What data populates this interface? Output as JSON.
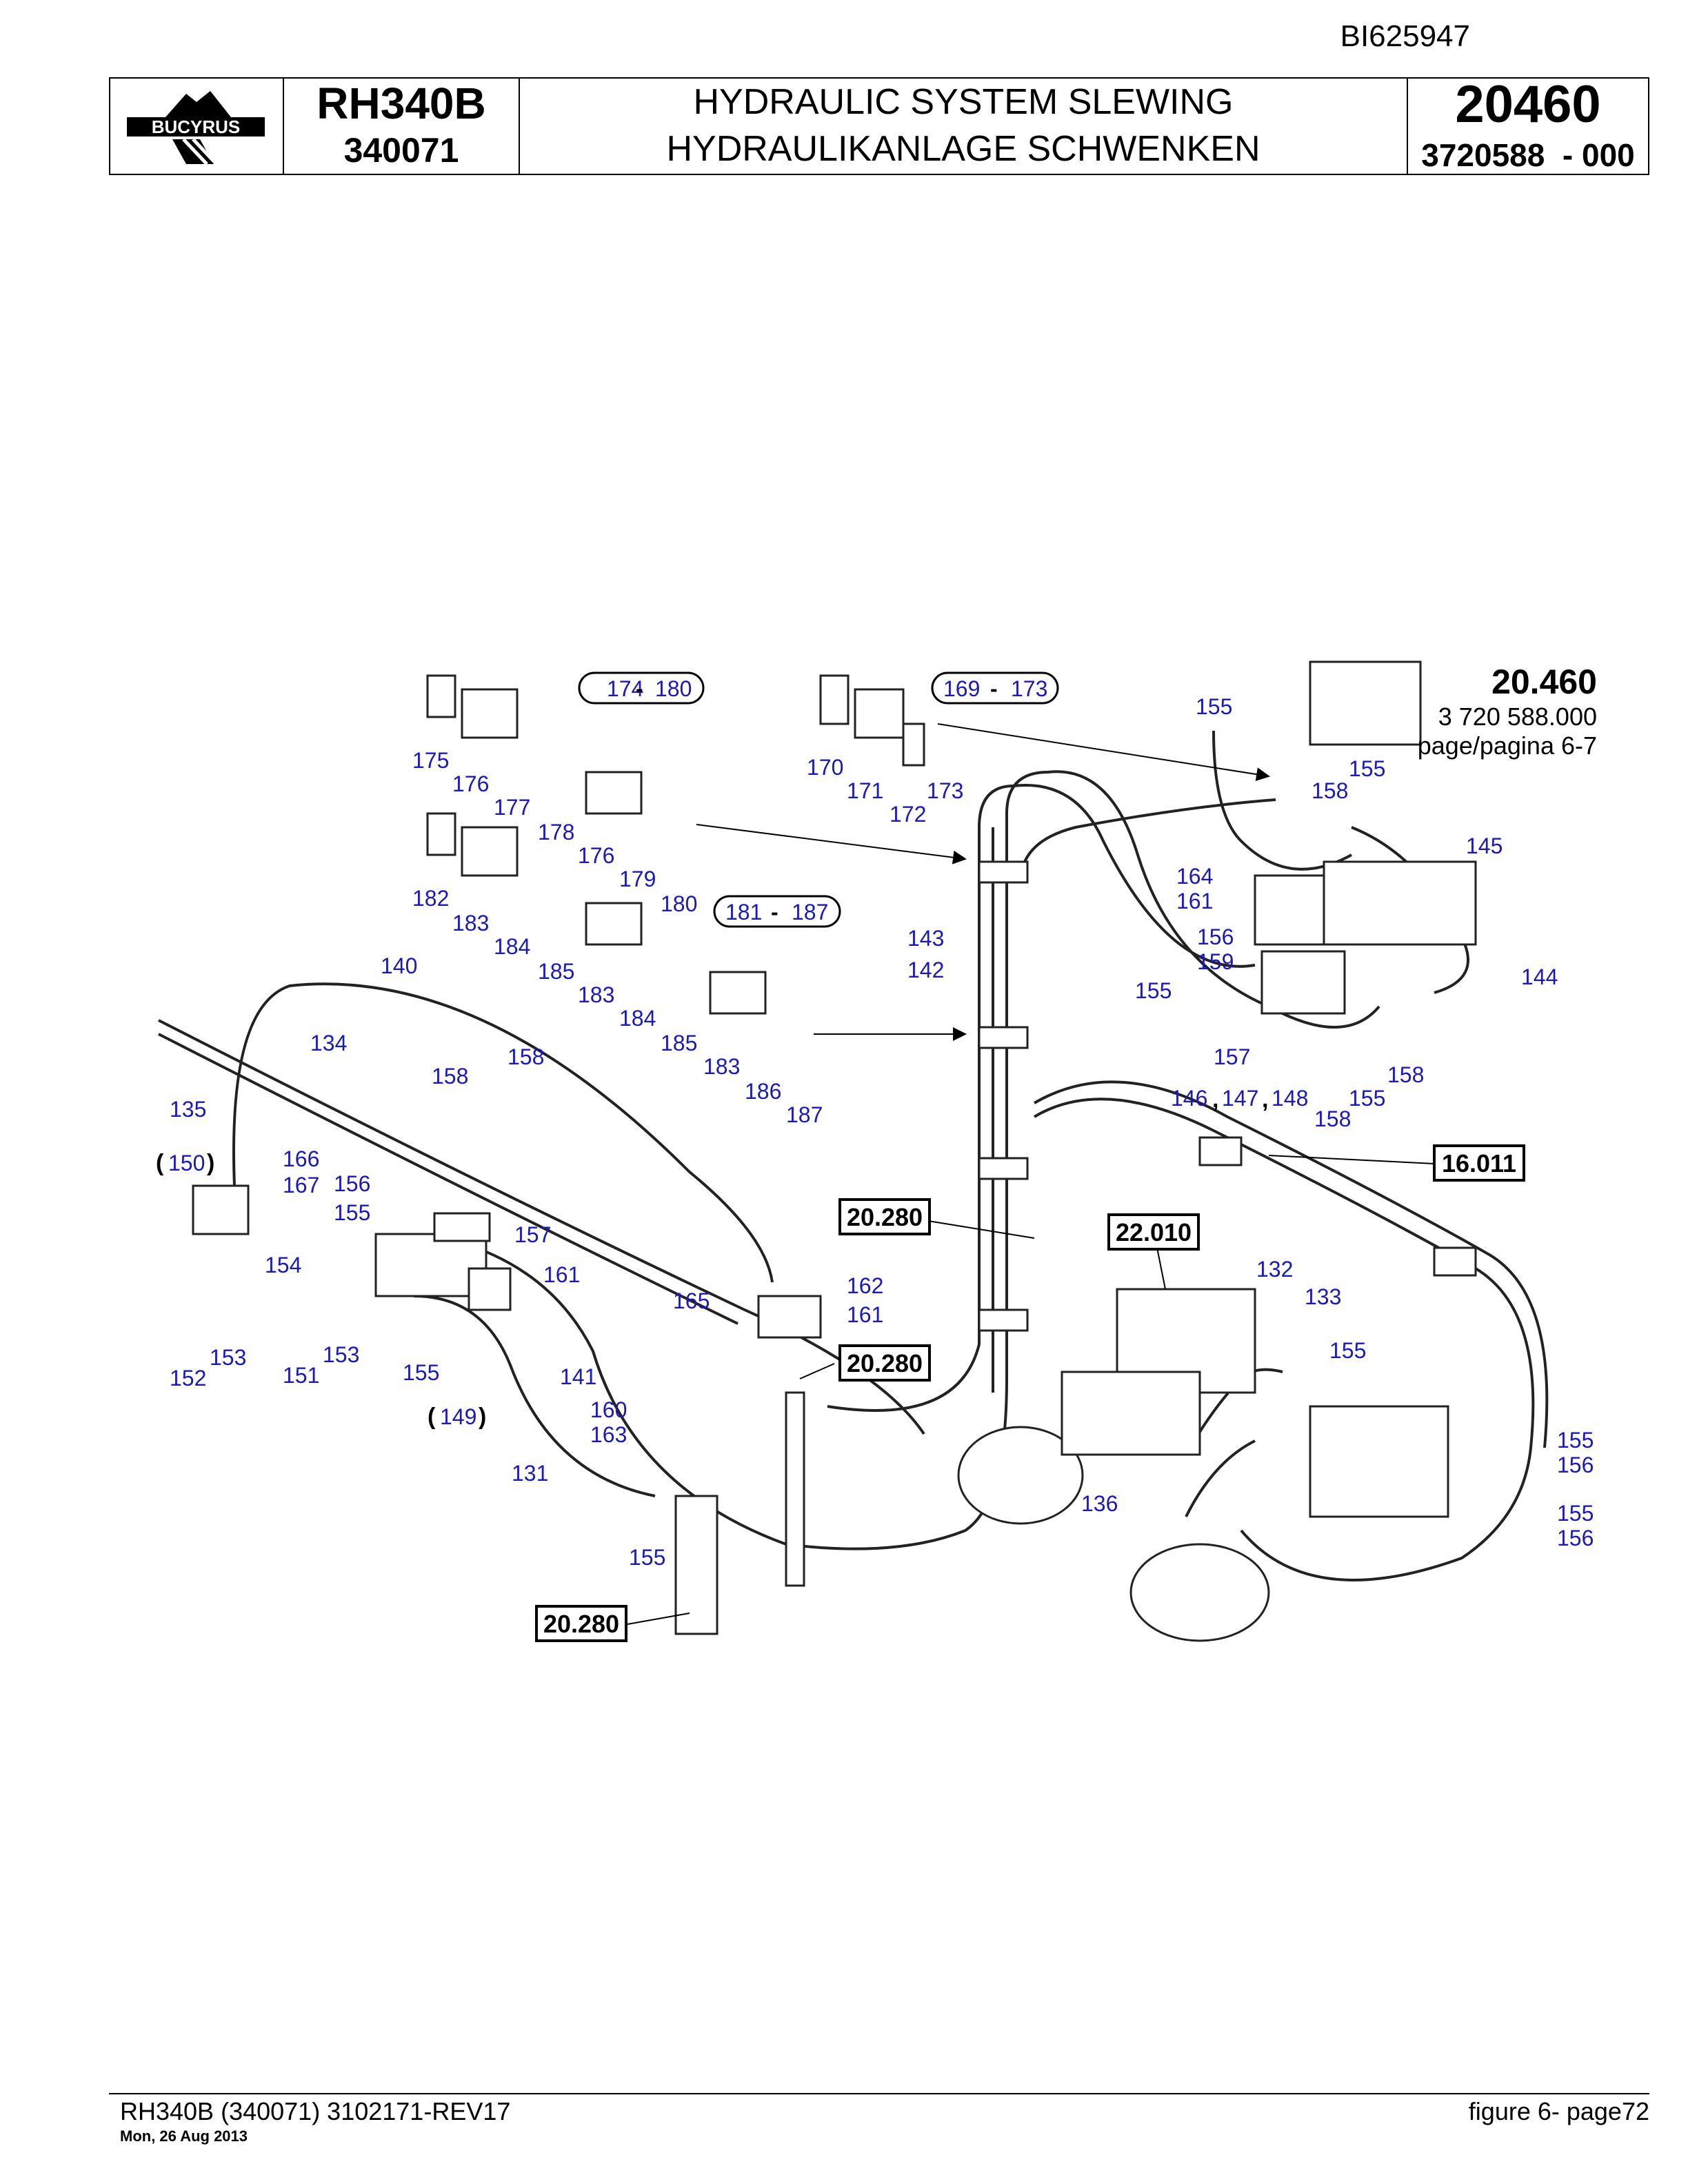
{
  "document_id": "BI625947",
  "title_block": {
    "logo_text": "BUCYRUS",
    "model": "RH340B",
    "serial": "340071",
    "title_en": "HYDRAULIC SYSTEM SLEWING",
    "title_de": "HYDRAULIKANLAGE SCHWENKEN",
    "group_number": "20460",
    "part_number": "3720588  - 000"
  },
  "drawing_ref": {
    "group": "20.460",
    "number": "3 720 588.000",
    "page": "page/pagina 6-7"
  },
  "range_labels": [
    "174",
    "180",
    "169",
    "173",
    "181",
    "187"
  ],
  "reference_boxes": [
    "20.280",
    "22.010",
    "16.011",
    "20.280",
    "20.280"
  ],
  "callouts": {
    "c175": "175",
    "c176a": "176",
    "c177": "177",
    "c178": "178",
    "c176b": "176",
    "c179": "179",
    "c180": "180",
    "c170": "170",
    "c171": "171",
    "c172": "172",
    "c173": "173",
    "c182": "182",
    "c183a": "183",
    "c184a": "184",
    "c185a": "185",
    "c183b": "183",
    "c184b": "184",
    "c185b": "185",
    "c183c": "183",
    "c186": "186",
    "c187": "187",
    "c140": "140",
    "c134": "134",
    "c135": "135",
    "c158a": "158",
    "c158b": "158",
    "c150": "150",
    "c166": "166",
    "c167": "167",
    "c156a": "156",
    "c155a": "155",
    "c157a": "157",
    "c154": "154",
    "c161a": "161",
    "c152": "152",
    "c153a": "153",
    "c151": "151",
    "c153b": "153",
    "c155b": "155",
    "c149": "149",
    "c141": "141",
    "c131": "131",
    "c165": "165",
    "c162": "162",
    "c161b": "161",
    "c160": "160",
    "c163": "163",
    "c155c": "155",
    "c143": "143",
    "c142": "142",
    "c155d": "155",
    "c155e": "155",
    "c158c": "158",
    "c145": "145",
    "c164": "164",
    "c161c": "161",
    "c156b": "156",
    "c159": "159",
    "c144": "144",
    "c155f": "155",
    "c157b": "157",
    "c158d": "158",
    "c155g": "155",
    "c146": "146",
    "c147": "147",
    "c148": "148",
    "c158e": "158",
    "c132": "132",
    "c133": "133",
    "c155h": "155",
    "c136": "136",
    "c155i": "155",
    "c156c": "156",
    "c155j": "155",
    "c156d": "156"
  },
  "footer": {
    "left": "RH340B (340071) 3102171-REV17",
    "date": "Mon, 26 Aug 2013",
    "right": "figure  6- page72"
  }
}
